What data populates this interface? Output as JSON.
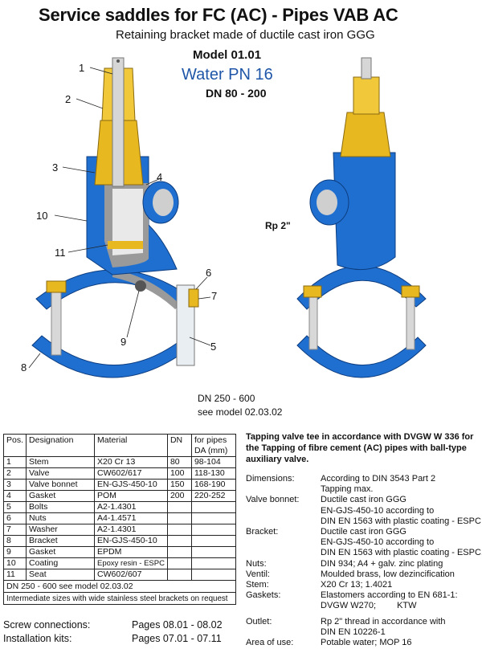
{
  "header": {
    "title": "Service saddles for FC (AC) - Pipes VAB AC",
    "subtitle": "Retaining bracket made of ductile cast iron GGG",
    "model": "Model 01.01",
    "water": "Water PN 16",
    "dn_range": "DN 80 - 200"
  },
  "drawing": {
    "callouts": [
      "1",
      "2",
      "3",
      "4",
      "10",
      "11",
      "6",
      "7",
      "9",
      "5",
      "8"
    ],
    "rp_label": "Rp 2\"",
    "dn_note_line1": "DN  250 - 600",
    "dn_note_line2": "see model 02.03.02",
    "colors": {
      "body": "#1f6fd0",
      "brass": "#e8b820",
      "steel": "#c8c8c8",
      "section": "#9a9a9a"
    }
  },
  "parts_table": {
    "headers": [
      "Pos.",
      "Designation",
      "Material",
      "DN",
      "for pipes",
      "DA (mm)"
    ],
    "rows": [
      [
        "1",
        "Stem",
        "X20 Cr 13",
        "80",
        "98-104"
      ],
      [
        "2",
        "Valve",
        "CW602/617",
        "100",
        "118-130"
      ],
      [
        "3",
        "Valve bonnet",
        "EN-GJS-450-10",
        "150",
        "168-190"
      ],
      [
        "4",
        "Gasket",
        "POM",
        "200",
        "220-252"
      ],
      [
        "5",
        "Bolts",
        "A2-1.4301",
        "",
        ""
      ],
      [
        "6",
        "Nuts",
        "A4-1.4571",
        "",
        ""
      ],
      [
        "7",
        "Washer",
        "A2-1.4301",
        "",
        ""
      ],
      [
        "8",
        "Bracket",
        "EN-GJS-450-10",
        "",
        ""
      ],
      [
        "9",
        "Gasket",
        "EPDM",
        "",
        ""
      ],
      [
        "10",
        "Coating",
        "Epoxy resin - ESPC",
        "",
        ""
      ],
      [
        "11",
        "Seat",
        "CW602/607",
        "",
        ""
      ]
    ],
    "note1": "DN 250 - 600 see model 02.03.02",
    "note2": "Intermediate sizes with wide stainless steel brackets on request"
  },
  "footer": {
    "screw_label": "Screw connections:",
    "screw_pages": "Pages 08.01 - 08.02",
    "install_label": "Installation kits:",
    "install_pages": "Pages 07.01 - 07.11"
  },
  "specs": {
    "intro": "Tapping valve tee in accordance with DVGW W 336 for the Tapping of fibre cement (AC) pipes with ball-type auxiliary valve.",
    "dimensions_k": "Dimensions:",
    "dimensions_v1": "According to DIN 3543 Part 2",
    "dimensions_v2": "Tapping max.",
    "bonnet_k": "Valve bonnet:",
    "bonnet_v1": "Ductile cast iron GGG",
    "bonnet_v2": "EN-GJS-450-10 according to",
    "bonnet_v3": "DIN EN 1563 with plastic coating - ESPC",
    "bracket_k": "Bracket:",
    "bracket_v1": "Ductile cast iron GGG",
    "bracket_v2": "EN-GJS-450-10 according to",
    "bracket_v3": "DIN EN 1563 with plastic coating - ESPC,",
    "nuts_k": "Nuts:",
    "nuts_v1": "DIN 934; A4 + galv. zinc plating",
    "ventil_k": "Ventil:",
    "ventil_v1": "Moulded brass, low dezincification",
    "stem_k": "Stem:",
    "stem_v1": "X20 Cr 13; 1.4021",
    "gaskets_k": "Gaskets:",
    "gaskets_v1": "Elastomers according to EN 681-1:",
    "gaskets_v2a": "DVGW W270;",
    "gaskets_v2b": "KTW",
    "outlet_k": "Outlet:",
    "outlet_v1": "Rp 2\" thread in accordance with",
    "outlet_v2": "DIN EN 10226-1",
    "area_k": "Area of use:",
    "area_v1": "Potable water; MOP 16"
  }
}
